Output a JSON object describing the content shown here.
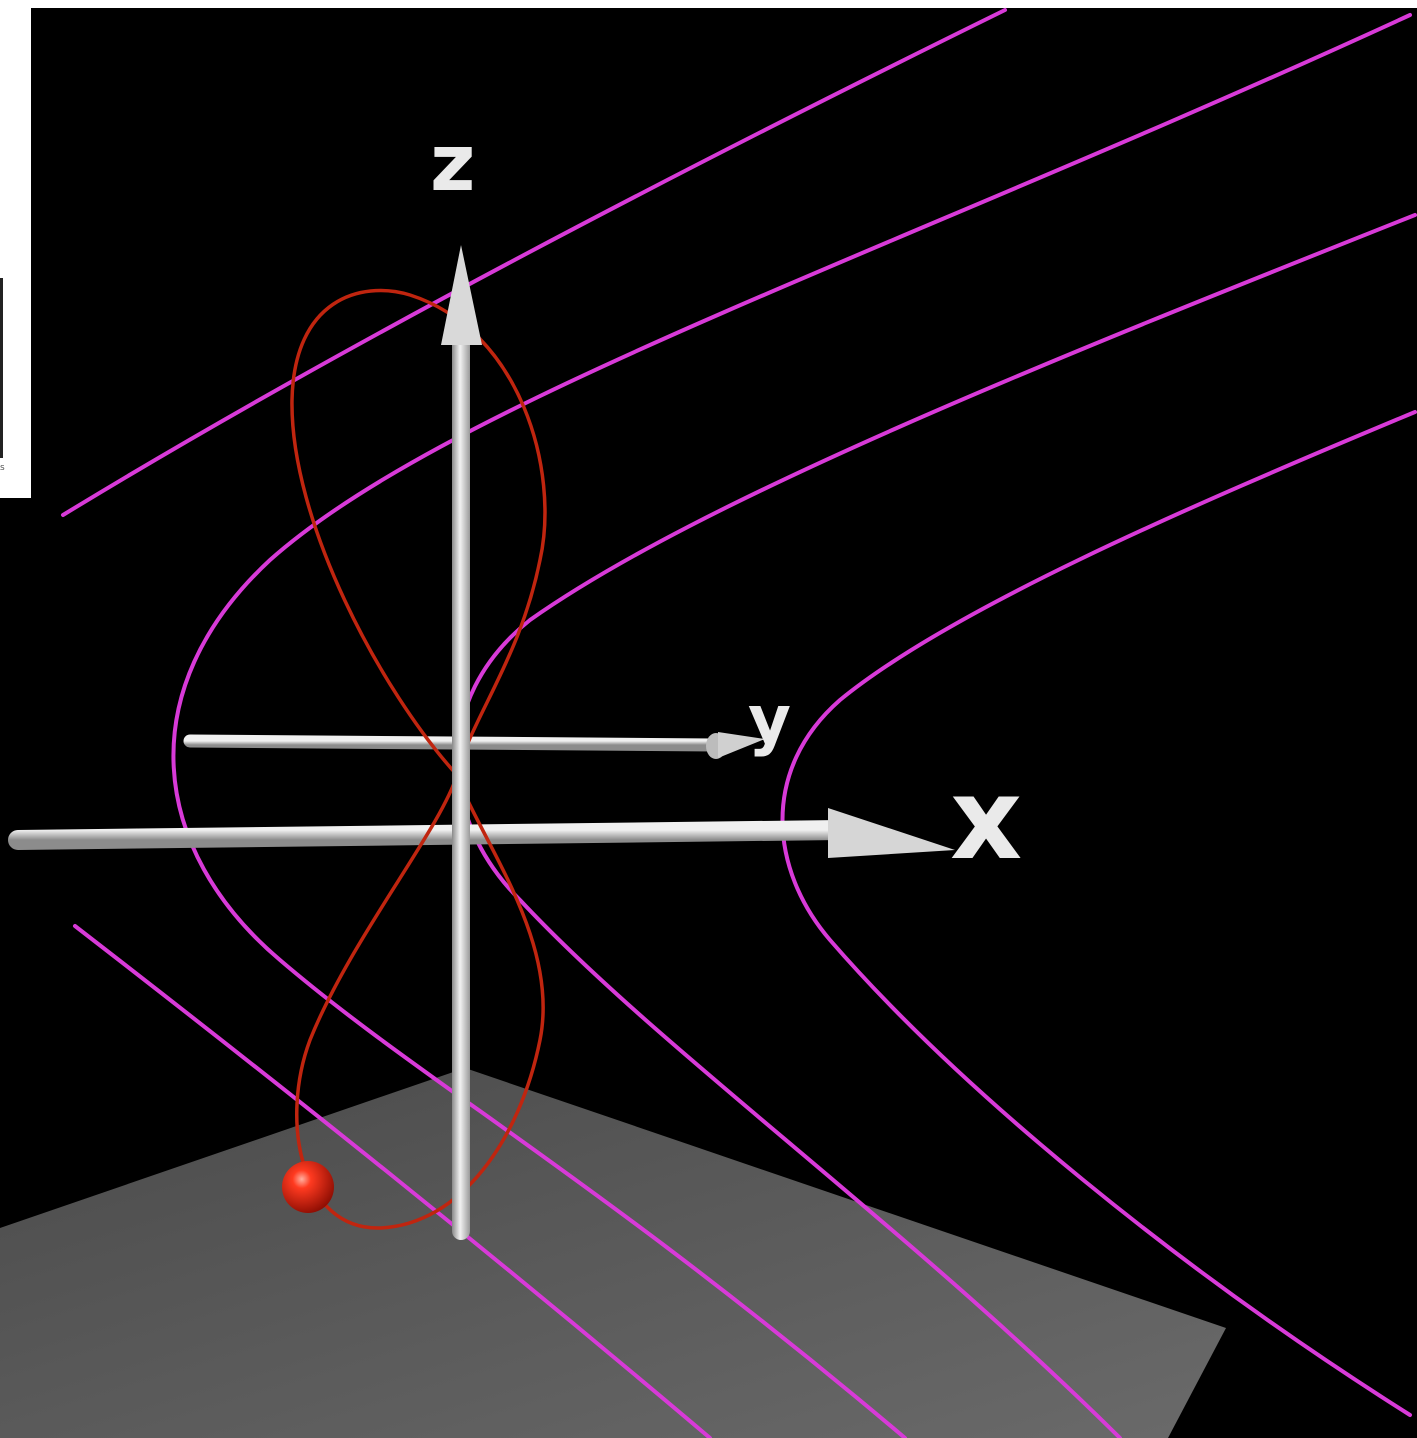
{
  "axes": {
    "x_label": "x",
    "y_label": "y",
    "z_label": "z"
  },
  "colors": {
    "background": "#000000",
    "field_lines": "#d83ad8",
    "trajectory": "#c0250f",
    "particle": "#d81e0e",
    "axes": "#cfcfcf",
    "ground_plane": "#5a5a5a"
  },
  "icons": {
    "particle": "red-sphere-icon"
  },
  "side_panel": {
    "tiny_text": "s"
  }
}
